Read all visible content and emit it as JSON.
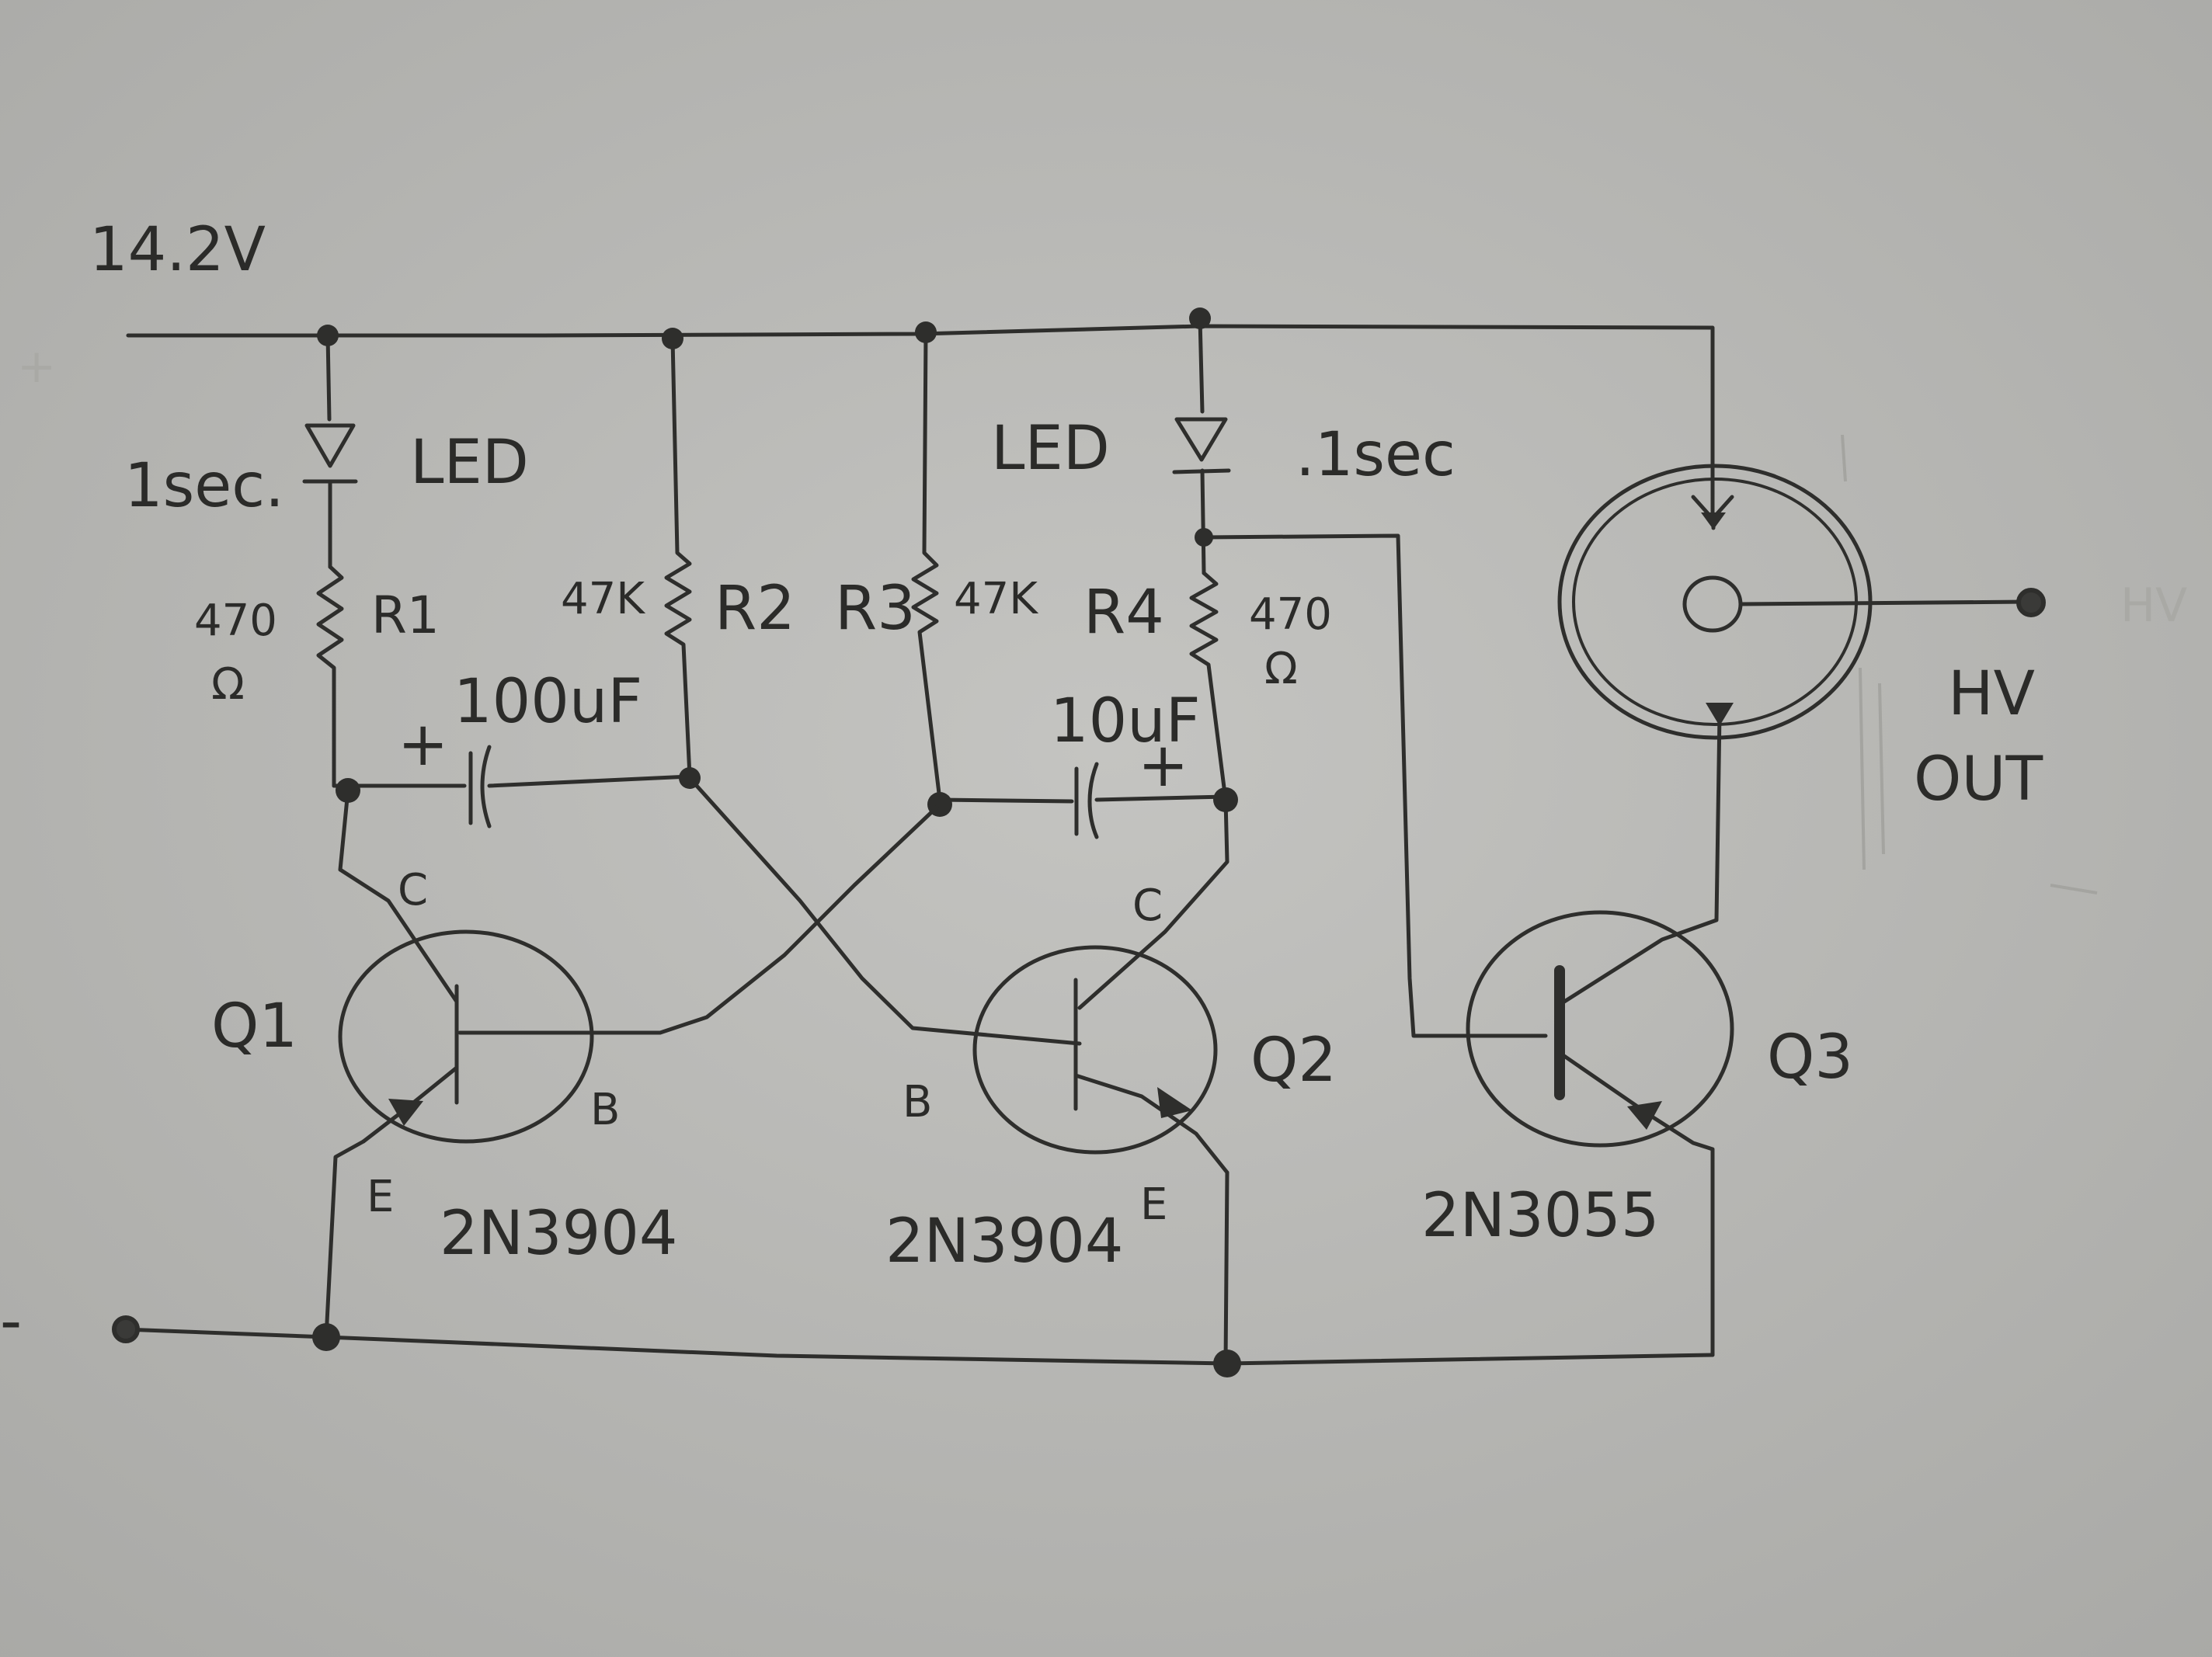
{
  "supply": {
    "voltage": "14.2V",
    "plus_sign": "+",
    "minus_sign": "-"
  },
  "led1": {
    "label": "LED",
    "timing": "1sec."
  },
  "led2": {
    "label": "LED",
    "timing": ".1sec"
  },
  "r1": {
    "ref": "R1",
    "value_line1": "470",
    "value_line2": "Ω"
  },
  "r2": {
    "ref": "R2",
    "value": "47K"
  },
  "r3": {
    "ref": "R3",
    "value": "47K"
  },
  "r4": {
    "ref": "R4",
    "value_line1": "470",
    "value_line2": "Ω"
  },
  "c1": {
    "value": "100uF",
    "polarity": "+"
  },
  "c2": {
    "value": "10uF",
    "polarity": "+"
  },
  "q1": {
    "ref": "Q1",
    "part": "2N3904",
    "pin_c": "C",
    "pin_b": "B",
    "pin_e": "E"
  },
  "q2": {
    "ref": "Q2",
    "part": "2N3904",
    "pin_c": "C",
    "pin_b": "B",
    "pin_e": "E"
  },
  "q3": {
    "ref": "Q3",
    "part": "2N3055"
  },
  "output": {
    "line1": "HV",
    "line2": "OUT",
    "edge_text": "HV"
  }
}
